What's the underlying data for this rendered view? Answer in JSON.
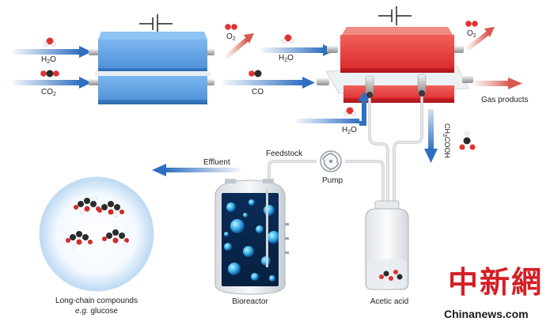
{
  "stage1": {
    "inputs": [
      {
        "prefix": "H",
        "sub": "2",
        "suffix": "O"
      },
      {
        "prefix": "CO",
        "sub": "2",
        "suffix": ""
      }
    ],
    "output": {
      "prefix": "O",
      "sub": "2",
      "suffix": ""
    }
  },
  "co_link": {
    "prefix": "CO",
    "sub": "",
    "suffix": ""
  },
  "stage2": {
    "inputs_top": {
      "prefix": "H",
      "sub": "2",
      "suffix": "O"
    },
    "inputs_bottom": {
      "prefix": "H",
      "sub": "2",
      "suffix": "O"
    },
    "output_o2": {
      "prefix": "O",
      "sub": "2",
      "suffix": ""
    },
    "gas_products": "Gas products",
    "acetate": {
      "a": "CH",
      "sub": "3",
      "b": "COOH"
    }
  },
  "bio": {
    "effluent": "Effluent",
    "feedstock": "Feedstock",
    "pump": "Pump",
    "bioreactor": "Bioreactor",
    "acetic_acid": "Acetic acid",
    "compounds_line1": "Long-chain compounds",
    "compounds_line2_italic": "e.g.",
    "compounds_line2_rest": " glucose"
  },
  "watermark": {
    "cn": "中新網",
    "en": "Chinanews.com"
  },
  "colors": {
    "blue_cell": "#4a8fd6",
    "red_cell": "#d9262a",
    "arrow_blue": "#2f6fbf",
    "arrow_red": "#d65a4e"
  }
}
